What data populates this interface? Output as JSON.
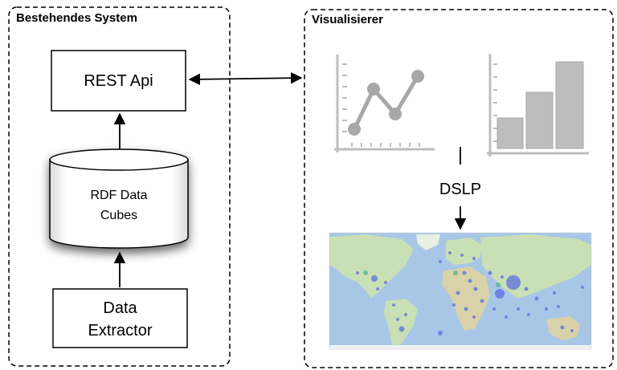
{
  "diagram": {
    "regions": {
      "existing": {
        "title": "Bestehendes System"
      },
      "visualizer": {
        "title": "Visualisierer"
      }
    },
    "nodes": {
      "rest_api": {
        "label": "REST Api"
      },
      "data_cubes": {
        "label_line1": "RDF Data",
        "label_line2": "Cubes"
      },
      "data_extractor": {
        "label_line1": "Data",
        "label_line2": "Extractor"
      }
    },
    "connectors": {
      "dslp": {
        "label": "DSLP"
      }
    },
    "colors": {
      "chart_gray": "#bdbdbd",
      "chart_gray_dark": "#a8a8a8",
      "map_ocean": "#a8c7e6",
      "map_land": "#c9dfb5",
      "map_bubble": "#5b6de0"
    },
    "icons": {
      "line_chart": "line-chart-icon",
      "bar_chart": "bar-chart-icon",
      "world_map": "world-map-thumbnail"
    }
  }
}
